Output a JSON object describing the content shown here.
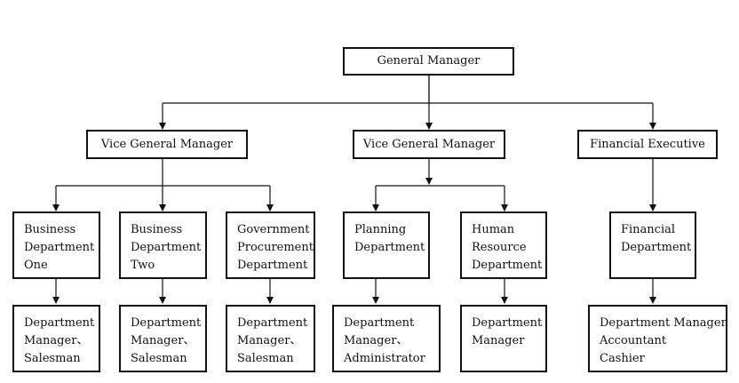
{
  "nodes": {
    "general_manager": {
      "lines": [
        "General Manager"
      ]
    },
    "vgm_left": {
      "lines": [
        "Vice General Manager"
      ]
    },
    "vgm_middle": {
      "lines": [
        "Vice General Manager"
      ]
    },
    "financial_executive": {
      "lines": [
        "Financial Executive"
      ]
    },
    "business_dept_one": {
      "lines": [
        "Business",
        "Department",
        "One"
      ]
    },
    "business_dept_two": {
      "lines": [
        "Business",
        "Department",
        "Two"
      ]
    },
    "gov_procurement": {
      "lines": [
        "Government",
        "Procurement",
        "Department"
      ]
    },
    "planning_dept": {
      "lines": [
        "Planning",
        "Department"
      ]
    },
    "hr_dept": {
      "lines": [
        "Human",
        "Resource",
        "Department"
      ]
    },
    "financial_dept": {
      "lines": [
        "Financial",
        "Department"
      ]
    },
    "roles_bd_one": {
      "lines": [
        "Department",
        "Manager、",
        "Salesman"
      ]
    },
    "roles_bd_two": {
      "lines": [
        "Department",
        "Manager、",
        "Salesman"
      ]
    },
    "roles_gov": {
      "lines": [
        "Department",
        "Manager、",
        "Salesman"
      ]
    },
    "roles_planning": {
      "lines": [
        "Department",
        "Manager、",
        "Administrator"
      ]
    },
    "roles_hr": {
      "lines": [
        "Department",
        "Manager"
      ]
    },
    "roles_financial": {
      "lines": [
        "Department Manager",
        "Accountant",
        "Cashier"
      ]
    }
  },
  "colors": {
    "line": "#111111",
    "box_border": "#111111",
    "background": "#ffffff"
  }
}
